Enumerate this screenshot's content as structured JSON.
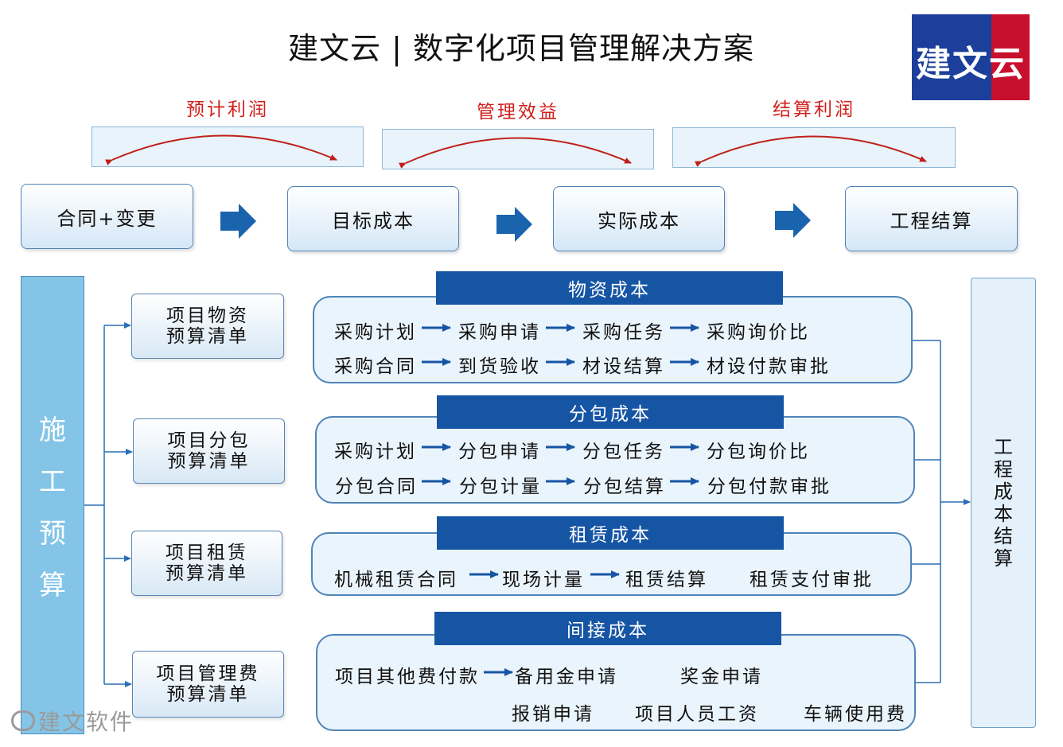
{
  "title": "建文云 | 数字化项目管理解决方案",
  "logo": {
    "text": "建文云",
    "colors": {
      "blue": "#1b3f9a",
      "red": "#c8102e"
    }
  },
  "benefits": [
    {
      "label": "预计利润"
    },
    {
      "label": "管理效益"
    },
    {
      "label": "结算利润"
    }
  ],
  "flow": [
    "合同+变更",
    "目标成本",
    "实际成本",
    "工程结算"
  ],
  "construction_budget": [
    "施",
    "工",
    "预",
    "算"
  ],
  "budgets": [
    {
      "line1": "项目物资",
      "line2": "预算清单"
    },
    {
      "line1": "项目分包",
      "line2": "预算清单"
    },
    {
      "line1": "项目租赁",
      "line2": "预算清单"
    },
    {
      "line1": "项目管理费",
      "line2": "预算清单"
    }
  ],
  "categories": [
    {
      "header": "物资成本",
      "rows": [
        [
          "采购计划",
          "采购申请",
          "采购任务",
          "采购询价比"
        ],
        [
          "采购合同",
          "到货验收",
          "材设结算",
          "材设付款审批"
        ]
      ]
    },
    {
      "header": "分包成本",
      "rows": [
        [
          "采购计划",
          "分包申请",
          "分包任务",
          "分包询价比"
        ],
        [
          "分包合同",
          "分包计量",
          "分包结算",
          "分包付款审批"
        ]
      ]
    },
    {
      "header": "租赁成本",
      "rows": [
        [
          "机械租赁合同",
          "现场计量",
          "租赁结算",
          "租赁支付审批"
        ]
      ]
    },
    {
      "header": "间接成本",
      "rows": [
        [
          "项目其他费付款",
          "备用金申请",
          "奖金申请"
        ],
        [
          "报销申请",
          "项目人员工资",
          "车辆使用费"
        ]
      ]
    }
  ],
  "settlement": [
    "工",
    "程",
    "成",
    "本",
    "结",
    "算"
  ],
  "watermark": "建文软件",
  "colors": {
    "header_blue": "#1655a4",
    "arrow_blue": "#1655a4",
    "benefit_red": "#d1201c",
    "side_blue": "#84c5e7"
  }
}
